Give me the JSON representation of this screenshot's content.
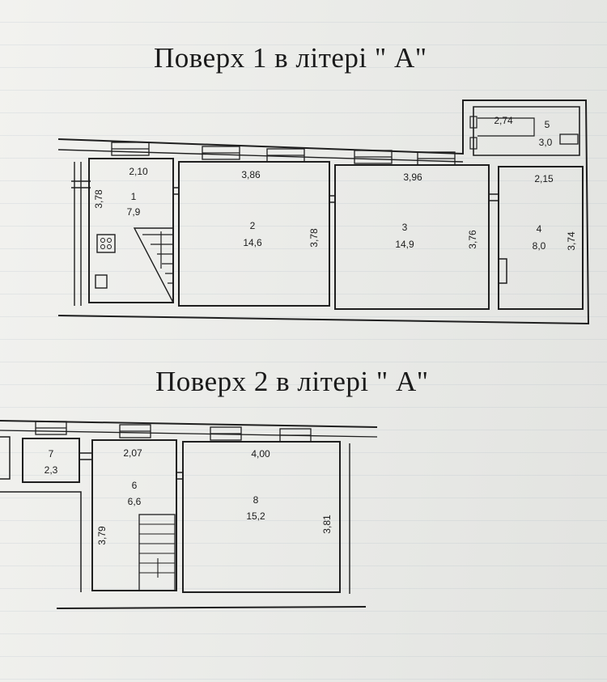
{
  "floor1": {
    "title": "Поверх 1 в літері \" А\"",
    "rooms": [
      {
        "id": "1",
        "area": "7,9",
        "width": "2,10",
        "height": "3,78"
      },
      {
        "id": "2",
        "area": "14,6",
        "width": "3,86",
        "height": "3,78"
      },
      {
        "id": "3",
        "area": "14,9",
        "width": "3,96",
        "height": "3,76"
      },
      {
        "id": "4",
        "area": "8,0",
        "width": "2,15",
        "height": "3,74"
      },
      {
        "id": "5",
        "area": "3,0",
        "width": "2,74"
      }
    ]
  },
  "floor2": {
    "title": "Поверх 2 в літері \" А\"",
    "rooms": [
      {
        "id": "7",
        "area": "2,3"
      },
      {
        "id": "6",
        "area": "6,6",
        "width": "2,07",
        "height": "3,79"
      },
      {
        "id": "8",
        "area": "15,2",
        "width": "4,00",
        "height": "3,81"
      }
    ]
  }
}
